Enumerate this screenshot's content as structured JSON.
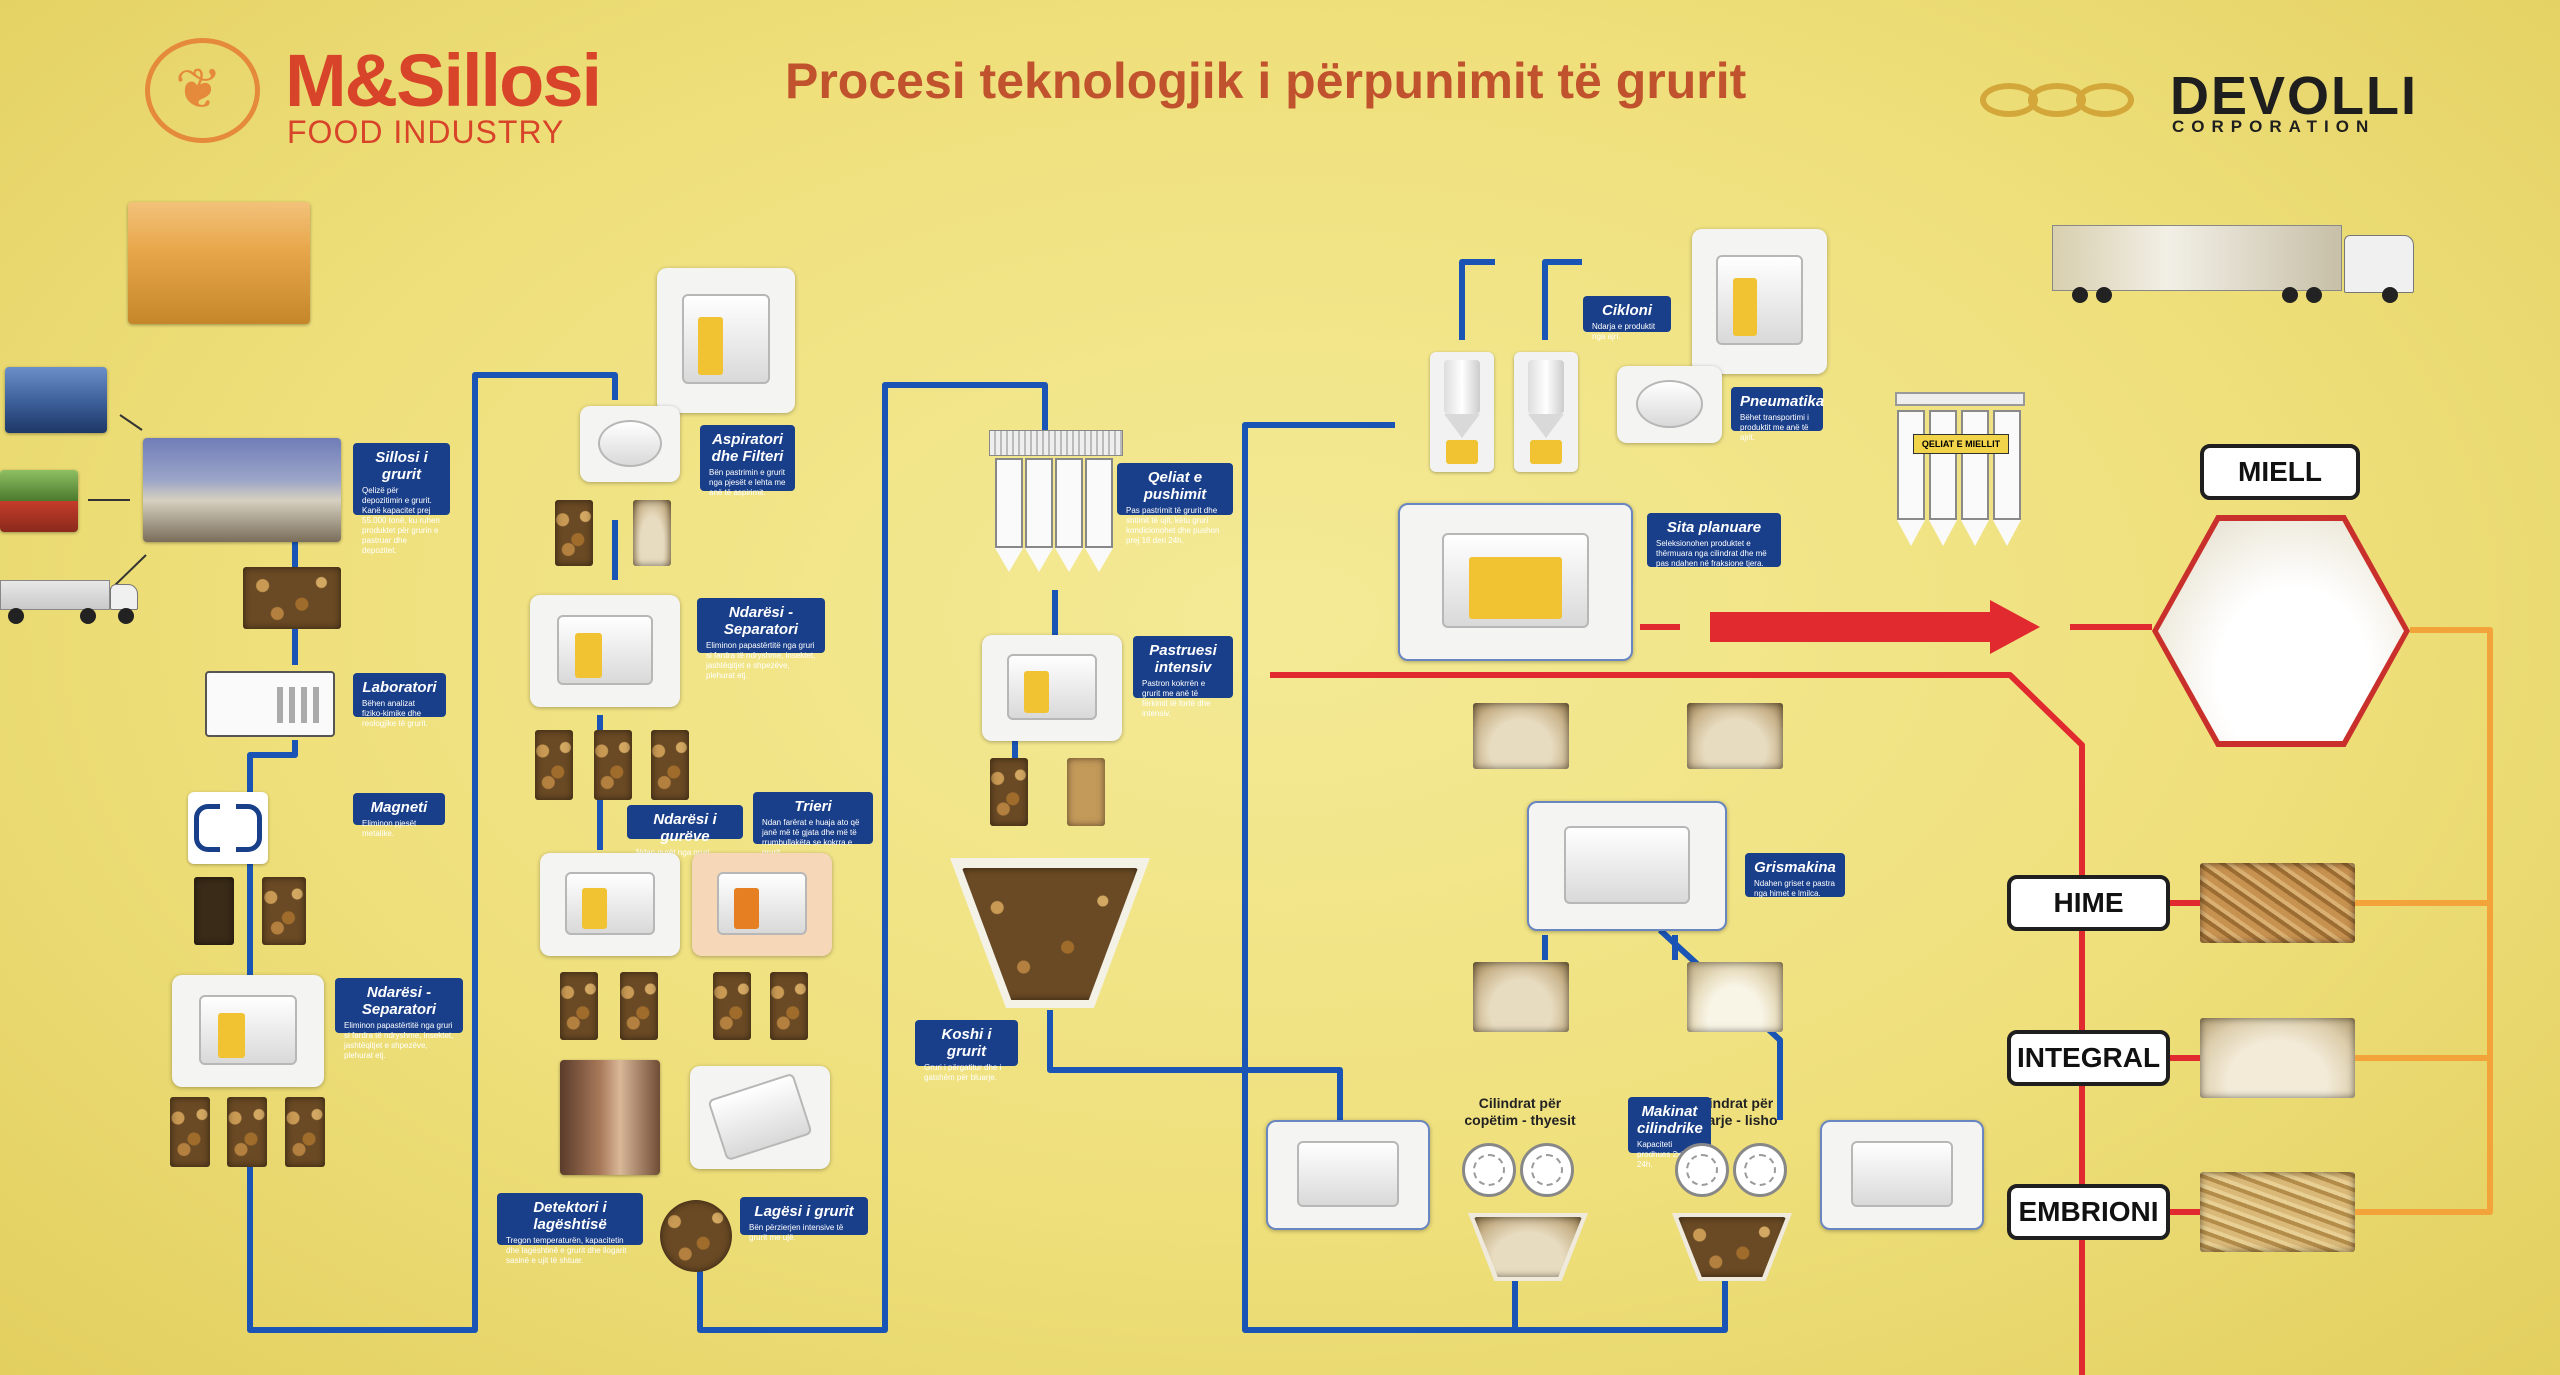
{
  "header": {
    "brand_left_name": "M&Sillosi",
    "brand_left_sub": "FOOD INDUSTRY",
    "title": "Procesi teknologjik i përpunimit të grurit",
    "brand_right_name": "DEVOLLI",
    "brand_right_sub": "CORPORATION"
  },
  "colors": {
    "background": "#efe07c",
    "flow_blue": "#1a55b5",
    "flow_red": "#e02a2f",
    "flow_orange": "#f2a43a",
    "label_bg": "#1a3f8a",
    "brand_red": "#d8442a"
  },
  "labels": {
    "sillosi": {
      "title": "Sillosi i grurit",
      "desc": "Qelizë për depozitimin e grurit. Kanë kapacitet prej 55.000 tonë, ku ruhen produktet për grurin e pastruar dhe depozitet."
    },
    "laboratori": {
      "title": "Laboratori",
      "desc": "Bëhen analizat fiziko-kimike dhe reologjike të grurit."
    },
    "magneti": {
      "title": "Magneti",
      "desc": "Eliminon pjesët metalike."
    },
    "ndaresi1": {
      "title": "Ndarësi - Separatori",
      "desc": "Eliminon papastërtitë nga gruri si fardra të ndryshme, insektet, jashtëqitjet e shpezëve, plehurat etj."
    },
    "aspiratori": {
      "title": "Aspiratori dhe Filteri",
      "desc": "Bën pastrimin e grurit nga pjesët e lehta me anë të aspirimit."
    },
    "ndaresi2": {
      "title": "Ndarësi - Separatori",
      "desc": "Eliminon papastërtitë nga gruri si fardra të ndryshme, insektet, jashtëqitjet e shpezëve, plehurat etj."
    },
    "ndaresi_gureve": {
      "title": "Ndarësi i gurëve",
      "desc": "Ndan gurët nga gruri."
    },
    "trieri": {
      "title": "Trieri",
      "desc": "Ndan farërat e huaja ato që janë më të gjata dhe më të rrumbullakëta se kokrra e grurit."
    },
    "detektori": {
      "title": "Detektori i lagështisë",
      "desc": "Tregon temperaturën, kapacitetin dhe lagështinë e grurit dhe llogarit sasinë e ujit të shtuar."
    },
    "lagesi": {
      "title": "Lagësi i grurit",
      "desc": "Bën përzierjen intensive të grurit me ujë."
    },
    "qeliat_pushimit": {
      "title": "Qeliat e pushimit",
      "desc": "Pas pastrimit të grurit dhe shtimit të ujit, këtu gruri kondicionohet dhe pushon prej 16 deri 24h."
    },
    "pastruesi": {
      "title": "Pastruesi intensiv",
      "desc": "Pastron kokrrën e grurit me anë të fërkimit të fortë dhe intensiv."
    },
    "koshi": {
      "title": "Koshi i grurit",
      "desc": "Gruri i përgatitur dhe i gatshëm për bluarje."
    },
    "cikloni": {
      "title": "Cikloni",
      "desc": "Ndarja e produktit nga ajri."
    },
    "pneumatika": {
      "title": "Pneumatika",
      "desc": "Bëhet transportimi i produktit me anë të ajrit."
    },
    "sita": {
      "title": "Sita planuare",
      "desc": "Seleksionohen produktet e thërmuara nga cilindrat dhe më pas ndahen në fraksione tjera."
    },
    "grismakina": {
      "title": "Grismakina",
      "desc": "Ndahen griset e pastra nga himet e lmilca."
    },
    "makinat": {
      "title": "Makinat cilindrike",
      "desc": "Kapaciteti prodhues 2x300t / 24h."
    }
  },
  "captions": {
    "cilindrat_thyesit": "Cilindrat për copëtim - thyesit",
    "cilindrat_bluarje": "Cilindrat për bluarje - lisho",
    "silo_tag": "QELIAT E MIELLIT"
  },
  "products": {
    "miell": "MIELL",
    "hime": "HIME",
    "integral": "INTEGRAL",
    "embrioni": "EMBRIONI"
  },
  "icons": [
    "wheat-logo-icon",
    "rings-logo-icon",
    "magnet-icon",
    "lab-equipment-icon",
    "truck-icon",
    "ship-icon",
    "train-icon"
  ]
}
